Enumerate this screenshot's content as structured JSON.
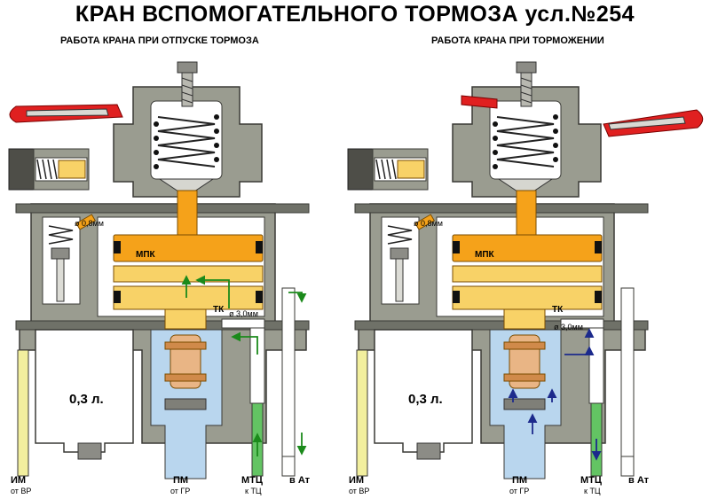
{
  "title": "КРАН ВСПОМОГАТЕЛЬНОГО ТОРМОЗА усл.№254",
  "left": {
    "subtitle": "РАБОТА КРАНА ПРИ ОТПУСКЕ ТОРМОЗА",
    "mpk": "МПК",
    "tk": "ТК",
    "orifice_small": "ø 0,8мм",
    "orifice_large": "ø 3,0мм",
    "volume": "0,3 л.",
    "ports": [
      {
        "name": "ИМ",
        "sub": "от ВР"
      },
      {
        "name": "ПМ",
        "sub": "от ГР"
      },
      {
        "name": "МТЦ",
        "sub": "к ТЦ"
      },
      {
        "name": "в Ат",
        "sub": ""
      }
    ]
  },
  "right": {
    "subtitle": "РАБОТА КРАНА ПРИ ТОРМОЖЕНИИ",
    "mpk": "МПК",
    "tk": "ТК",
    "orifice_small": "ø 0,8мм",
    "orifice_large": "ø 3,0мм",
    "volume": "0,3 л.",
    "ports": [
      {
        "name": "ИМ",
        "sub": "от ВР"
      },
      {
        "name": "ПМ",
        "sub": "от ГР"
      },
      {
        "name": "МТЦ",
        "sub": "к ТЦ"
      },
      {
        "name": "в Ат",
        "sub": ""
      }
    ]
  },
  "colors": {
    "body": "#9a9c90",
    "body_dark": "#6f7168",
    "handle": "#e02020",
    "piston": "#f5a21a",
    "piston_light": "#f8d267",
    "valve": "#e9b585",
    "pm_channel": "#b9d6ee",
    "tc_channel": "#63c463",
    "im_channel": "#f2ef9e",
    "arrow_green": "#1b8a1b",
    "arrow_blue": "#1c2a8c"
  }
}
